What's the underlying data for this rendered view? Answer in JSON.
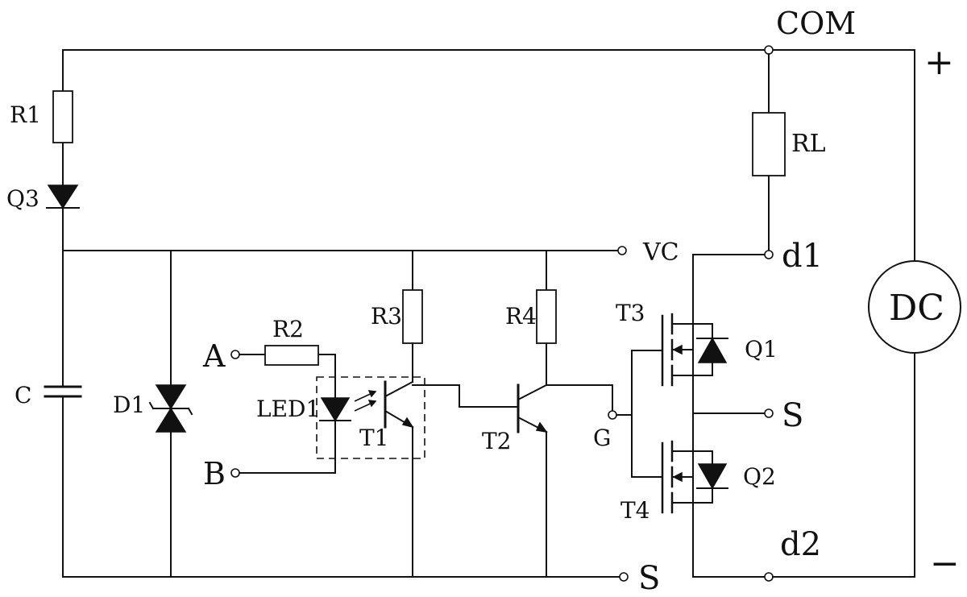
{
  "diagram": {
    "labels": {
      "com": "COM",
      "plus": "+",
      "minus": "−",
      "r1": "R1",
      "q3": "Q3",
      "c": "C",
      "d1": "D1",
      "vc": "VC",
      "a": "A",
      "b": "B",
      "r2": "R2",
      "led1": "LED1",
      "t1": "T1",
      "r3": "R3",
      "r4": "R4",
      "t2": "T2",
      "g": "G",
      "t3": "T3",
      "t4": "T4",
      "q1": "Q1",
      "q2": "Q2",
      "rl": "RL",
      "d1_terminal": "d1",
      "d2_terminal": "d2",
      "s_mid": "S",
      "s_bottom": "S",
      "dc": "DC"
    }
  }
}
